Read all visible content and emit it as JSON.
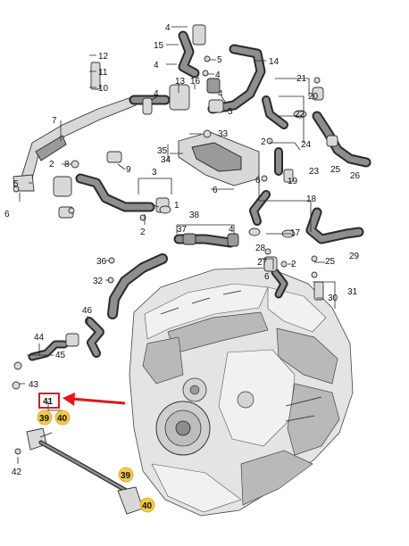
{
  "callouts": {
    "c1": "1",
    "c2": "2",
    "c3": "3",
    "c4": "4",
    "c5": "5",
    "c6": "6",
    "c7": "7",
    "c8": "8",
    "c9": "9",
    "c10": "10",
    "c11": "11",
    "c12": "12",
    "c13": "13",
    "c14": "14",
    "c15": "15",
    "c16": "16",
    "c17": "17",
    "c18": "18",
    "c19": "19",
    "c20": "20",
    "c21": "21",
    "c22": "22",
    "c23": "23",
    "c24": "24",
    "c25": "25",
    "c26": "26",
    "c27": "27",
    "c28": "28",
    "c29": "29",
    "c30": "30",
    "c31": "31",
    "c32": "32",
    "c33": "33",
    "c34": "34",
    "c35": "35",
    "c36": "36",
    "c37": "37",
    "c38": "38",
    "c39": "39",
    "c40": "40",
    "c41": "41",
    "c42": "42",
    "c43": "43",
    "c44": "44",
    "c45": "45",
    "c46": "46"
  },
  "highlight": {
    "box_color": "#e0161b",
    "arrow_color": "#e0161b",
    "marker_color": "#f2c94c"
  }
}
